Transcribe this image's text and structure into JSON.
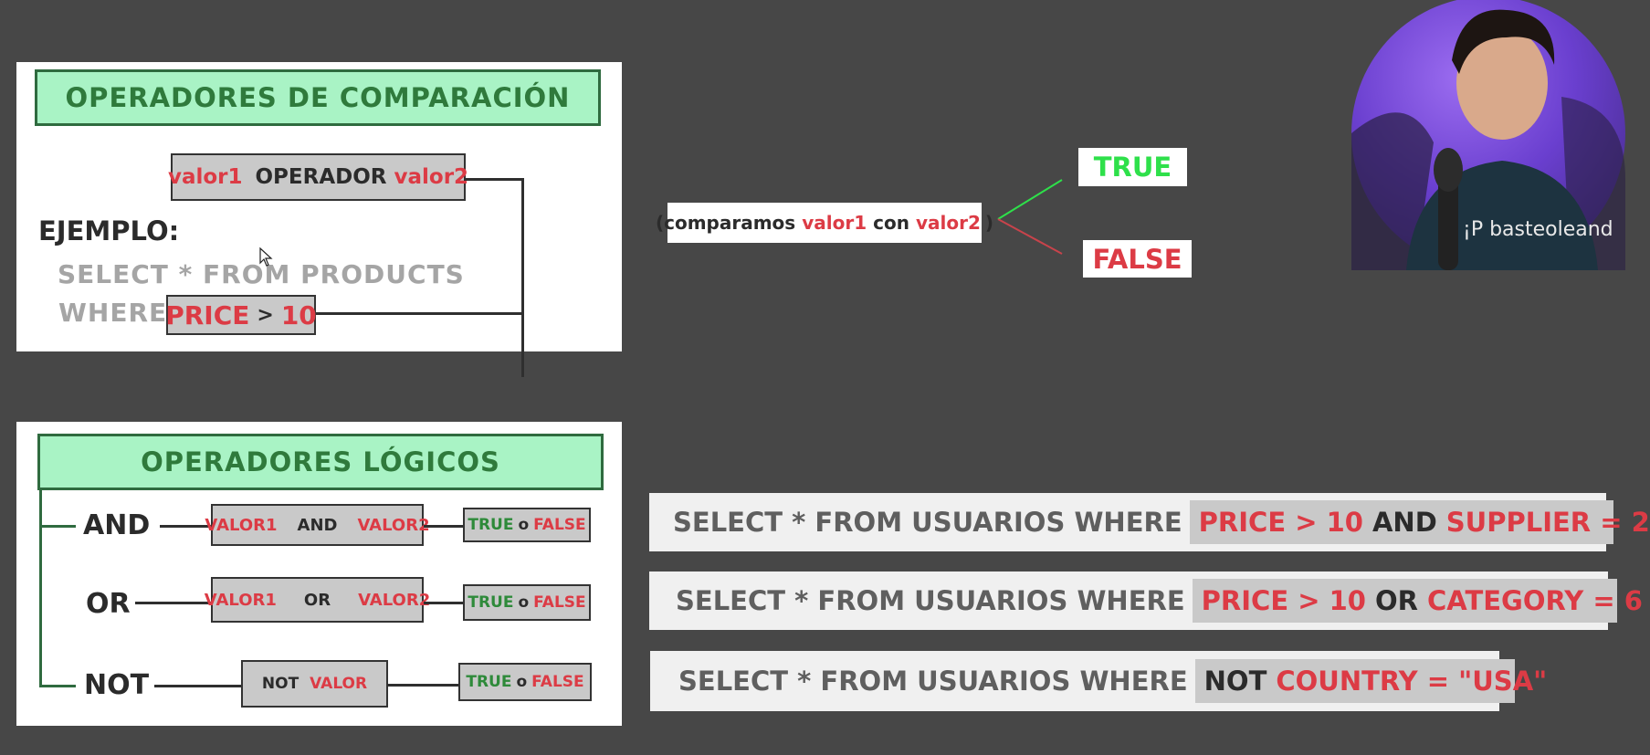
{
  "comparison_panel": {
    "title": "OPERADORES DE COMPARACIÓN",
    "syntax": {
      "v1": "valor1",
      "op": "OPERADOR",
      "v2": "valor2"
    },
    "example_label": "EJEMPLO:",
    "example_line1": "SELECT * FROM PRODUCTS",
    "example_line2_prefix": "WHERE",
    "example_price": "PRICE",
    "example_op": ">",
    "example_val": "10"
  },
  "compare_note": {
    "open": "(comparamos",
    "v1": "valor1",
    "con": "con",
    "v2": "valor2",
    "close": ")"
  },
  "result_true": "TRUE",
  "result_false": "FALSE",
  "logical_panel": {
    "title": "OPERADORES LÓGICOS",
    "rows": [
      {
        "op": "AND",
        "a": "VALOR1",
        "mid": "AND",
        "b": "VALOR2",
        "t": "TRUE",
        "o": "o",
        "f": "FALSE"
      },
      {
        "op": "OR",
        "a": "VALOR1",
        "mid": "OR",
        "b": "VALOR2",
        "t": "TRUE",
        "o": "o",
        "f": "FALSE"
      },
      {
        "op": "NOT",
        "mid": "NOT",
        "b": "VALOR",
        "t": "TRUE",
        "o": "o",
        "f": "FALSE"
      }
    ]
  },
  "sql_examples": [
    {
      "prefix": "SELECT * FROM USUARIOS WHERE",
      "p1": "PRICE > 10",
      "kw": "AND",
      "p2": "SUPPLIER = 2"
    },
    {
      "prefix": "SELECT * FROM USUARIOS WHERE",
      "p1": "PRICE > 10",
      "kw": "OR",
      "p2": "CATEGORY = 6"
    },
    {
      "prefix": "SELECT * FROM USUARIOS WHERE",
      "kw": "NOT",
      "p2": "COUNTRY = \"USA\""
    }
  ],
  "colors": {
    "background": "#474747",
    "title_fill": "#a9f3c5",
    "title_text": "#2f7a3c",
    "red": "#dc3b45",
    "bright_green": "#2ee04a"
  },
  "avatar_shirt_text": "¡P basteoleand"
}
